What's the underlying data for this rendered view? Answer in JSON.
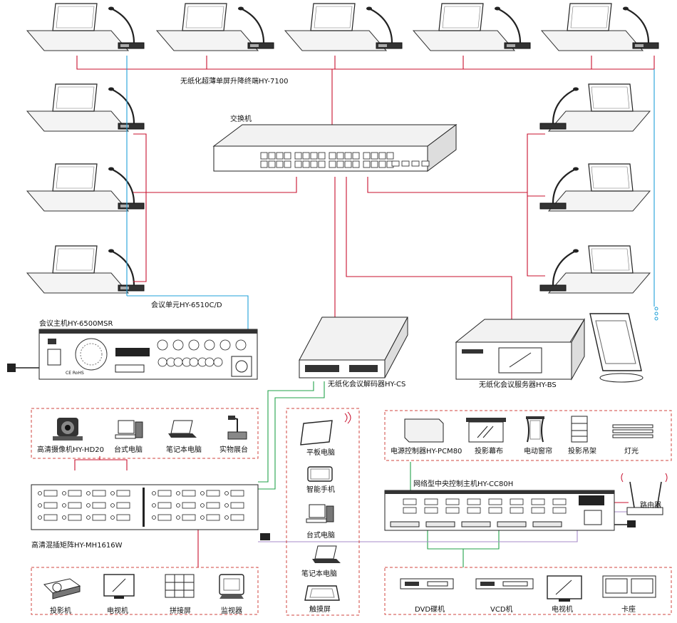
{
  "labels": {
    "terminal": "无纸化超薄单屏升降终端HY-7100",
    "switch": "交换机",
    "conf_unit": "会议单元HY-6510C/D",
    "conf_host": "会议主机HY-6500MSR",
    "decoder": "无纸化会议解码器HY-CS",
    "server": "无纸化会议服务器HY-BS",
    "camera": "高清摄像机HY-HD20",
    "desktop1": "台式电脑",
    "laptop1": "笔记本电脑",
    "visualizer": "实物展台",
    "matrix": "高清混插矩阵HY-MH1616W",
    "projector": "投影机",
    "tv1": "电视机",
    "splice": "拼接屏",
    "monitor": "监视器",
    "tablet": "平板电脑",
    "phone": "智能手机",
    "desktop2": "台式电脑",
    "laptop2": "笔记本电脑",
    "touch": "触摸屏",
    "power_ctrl": "电源控制器HY-PCM80",
    "screen": "投影幕布",
    "curtain": "电动窗帘",
    "lift": "投影吊架",
    "light": "灯光",
    "central": "网络型中央控制主机HY-CC80H",
    "router": "路由器",
    "dvd": "DVD碟机",
    "vcd": "VCD机",
    "tv2": "电视机",
    "deck": "卡座",
    "rohs": "CE RoHS"
  }
}
